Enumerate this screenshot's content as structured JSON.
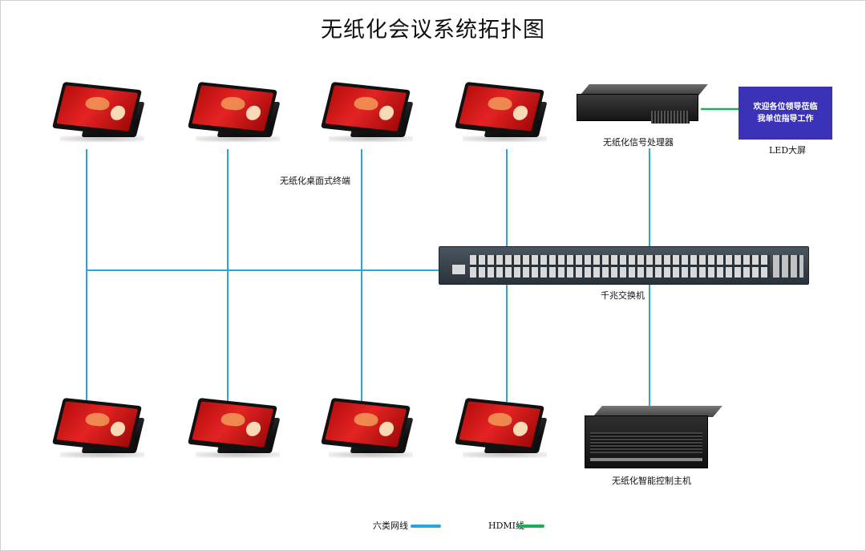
{
  "title": "无纸化会议系统拓扑图",
  "labels": {
    "terminal": "无纸化桌面式终端",
    "processor": "无纸化信号处理器",
    "led": "LED大屏",
    "switch": "千兆交换机",
    "host": "无纸化智能控制主机"
  },
  "led_screen": {
    "line1": "欢迎各位领导莅临",
    "line2": "我单位指导工作"
  },
  "legend": [
    {
      "label": "六类网线",
      "color": "#2aa7d8"
    },
    {
      "label": "HDMI线",
      "color": "#1fae5a"
    }
  ],
  "colors": {
    "cat6": "#2aa7d8",
    "hdmi": "#1fae5a",
    "led_bg": "#3b32b8"
  }
}
